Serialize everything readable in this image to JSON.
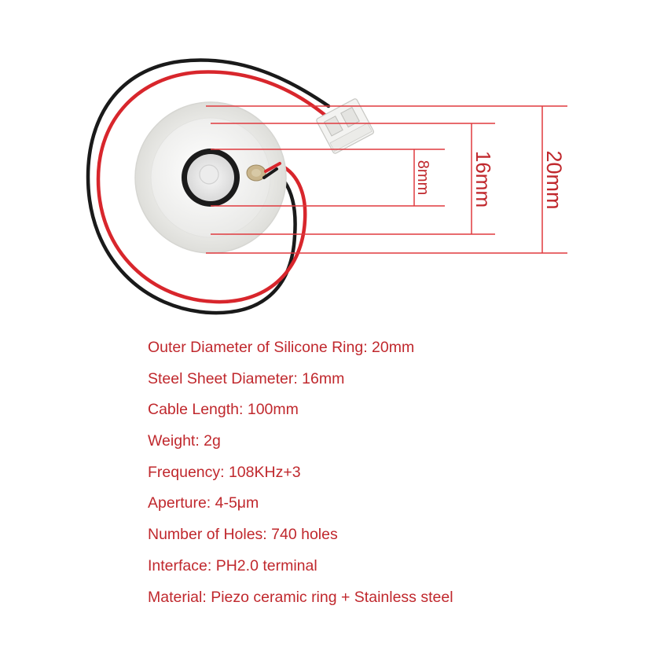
{
  "dimensions": {
    "inner": "8mm",
    "middle": "16mm",
    "outer": "20mm"
  },
  "specs": [
    "Outer Diameter of Silicone Ring: 20mm",
    "Steel Sheet Diameter: 16mm",
    "Cable Length: 100mm",
    "Weight: 2g",
    "Frequency: 108KHz+3",
    "Aperture: 4-5μm",
    "Number of Holes: 740 holes",
    "Interface: PH2.0 terminal",
    "Material: Piezo ceramic ring + Stainless steel"
  ],
  "colors": {
    "text": "#c0282d",
    "dimension_line": "#e03a3f",
    "wire_red": "#d8262c",
    "wire_black": "#1a1a1a"
  }
}
